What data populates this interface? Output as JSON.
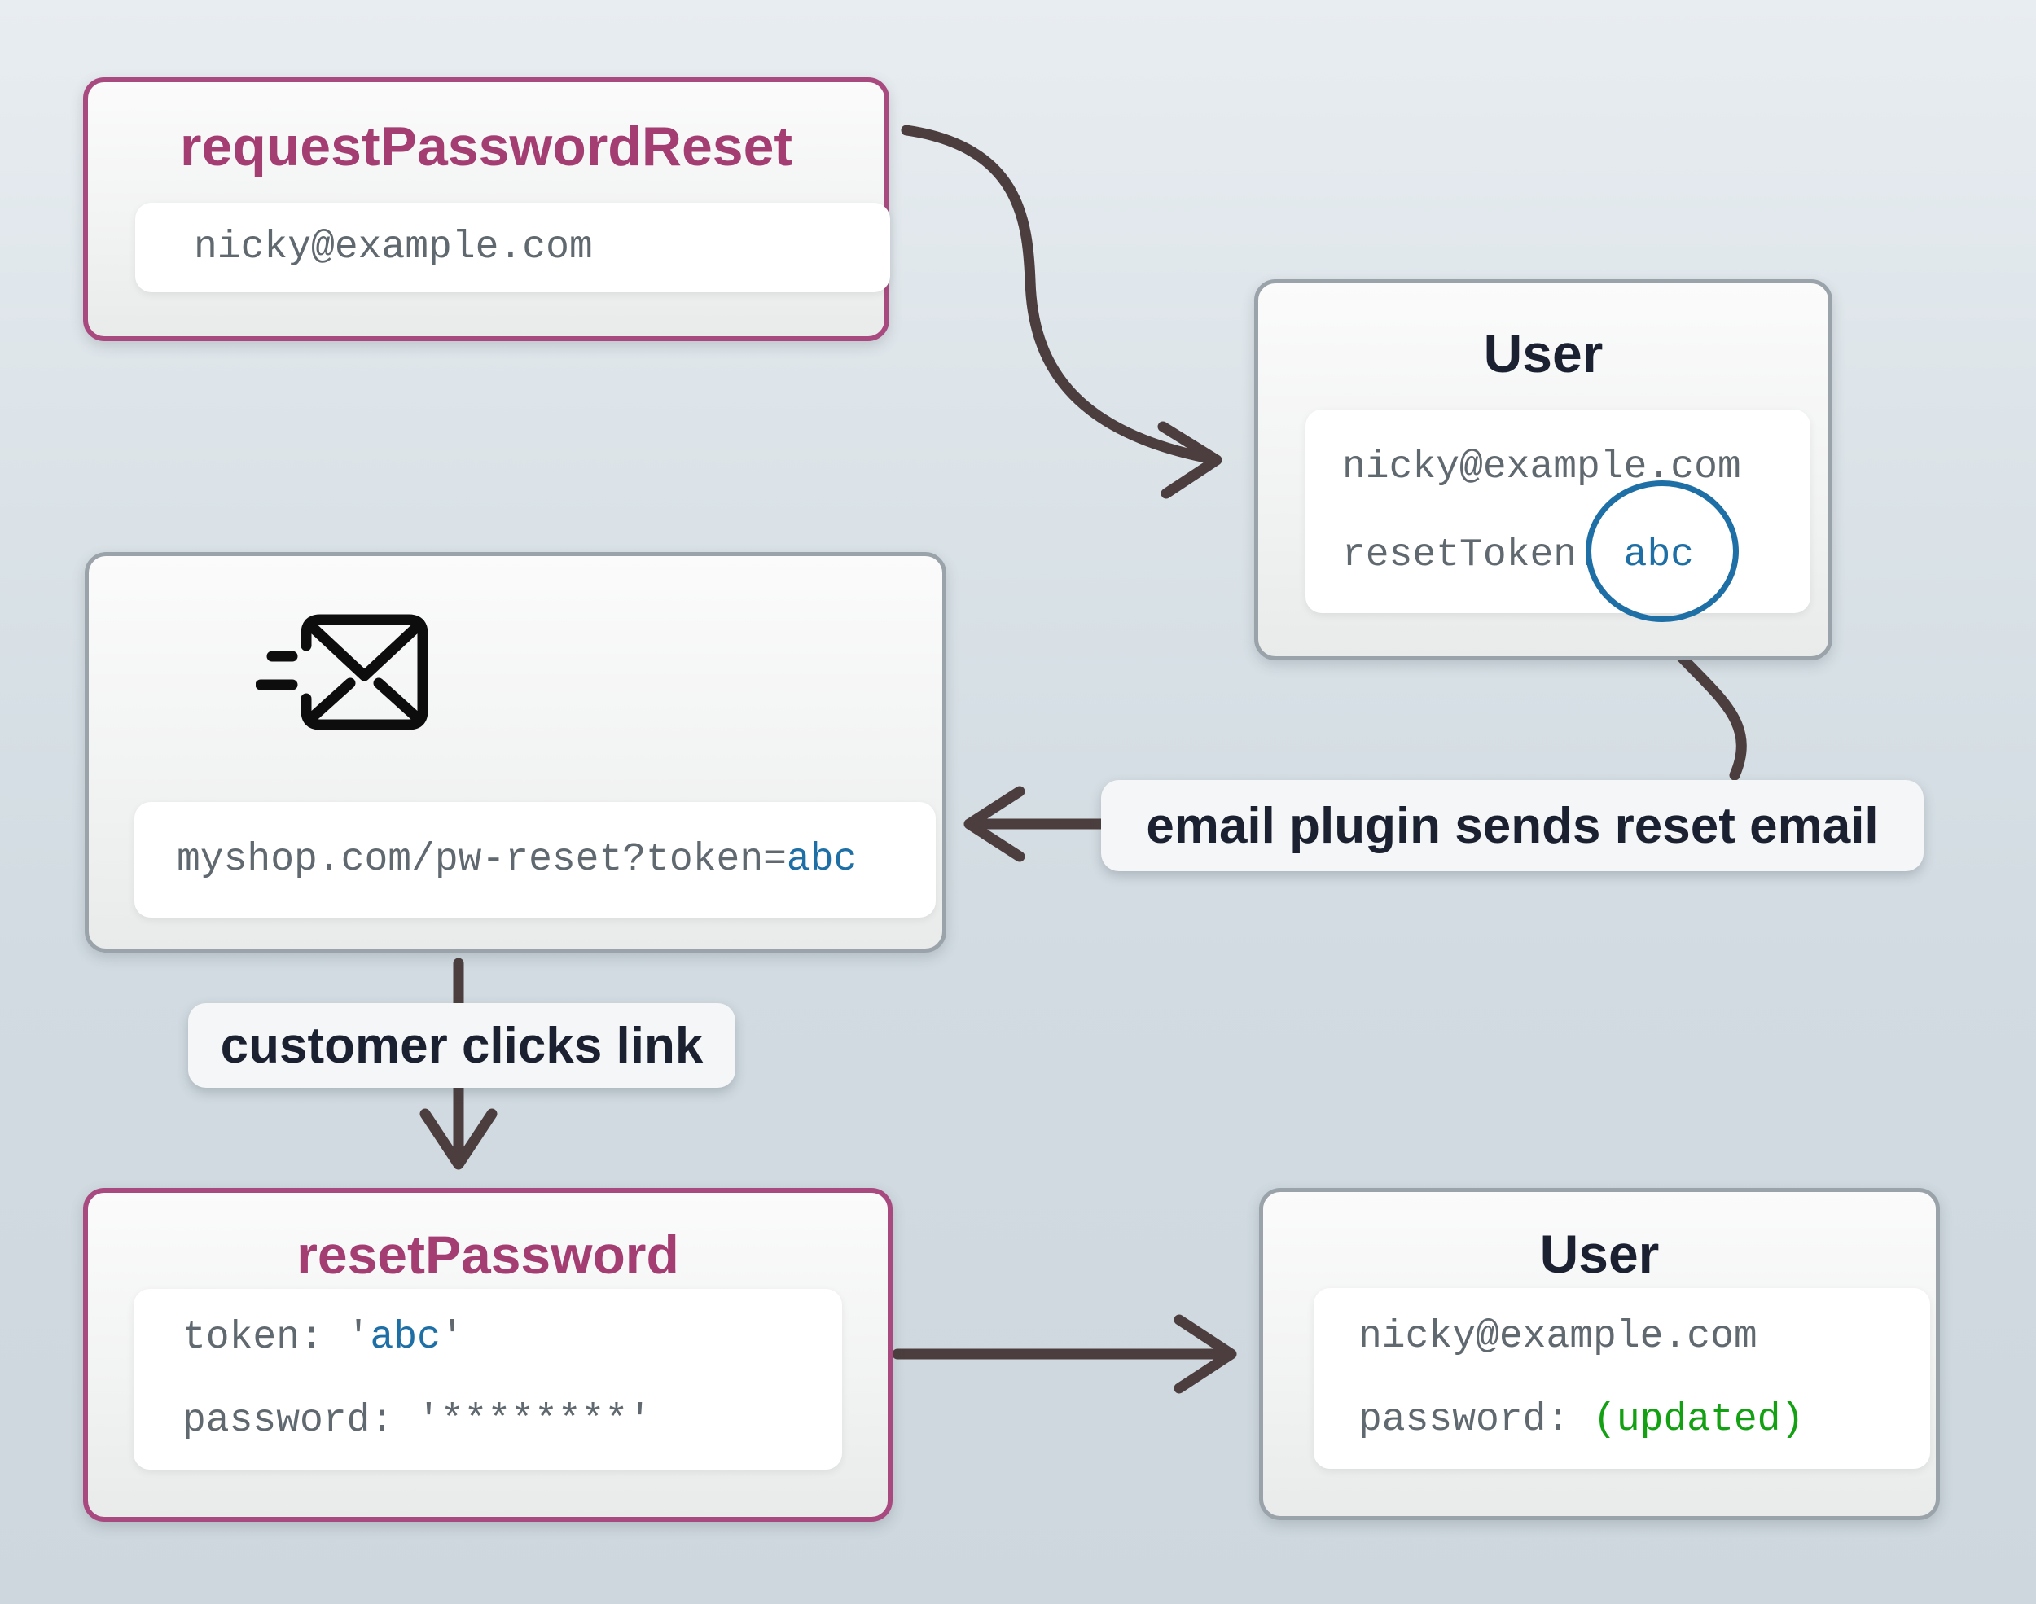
{
  "colors": {
    "accent_purple": "#a33d72",
    "accent_blue": "#1e6fa5",
    "accent_green": "#13a013",
    "code_gray": "#60696f",
    "heading_dark": "#1b2130",
    "arrow": "#4c3e3e"
  },
  "request_password_reset": {
    "title": "requestPasswordReset",
    "email_input": "nicky@example.com"
  },
  "user_after_request": {
    "title": "User",
    "email": "nicky@example.com",
    "reset_token_label": "resetToken: ",
    "reset_token_value": "abc"
  },
  "reset_email": {
    "url_prefix": "myshop.com/pw-reset?token=",
    "url_token": "abc"
  },
  "annotations": {
    "email_plugin": "email plugin sends reset email",
    "customer_clicks": "customer clicks link"
  },
  "reset_password": {
    "title": "resetPassword",
    "token_label": "token: ",
    "quote": "'",
    "token_value": "abc",
    "password_line": "password: '********'"
  },
  "user_after_reset": {
    "title": "User",
    "email": "nicky@example.com",
    "password_label": "password: ",
    "password_value": "(updated)"
  }
}
